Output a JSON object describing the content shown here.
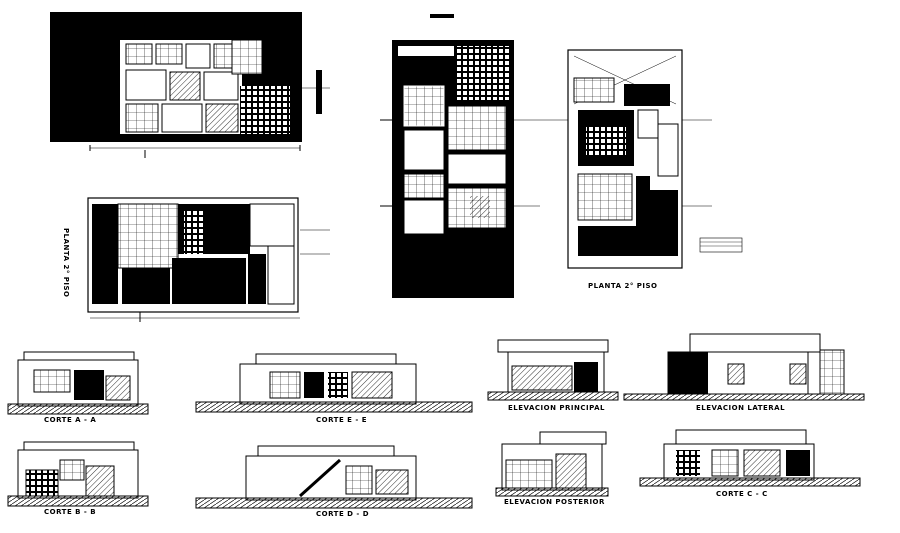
{
  "drawing": {
    "plans": {
      "second_floor_label_bottom": "PLANTA 2° PISO",
      "second_floor_label_side": "PLANTA 2° PISO"
    },
    "sections": {
      "aa": "CORTE A - A",
      "bb": "CORTE B - B",
      "ee": "CORTE E - E",
      "dd": "CORTE D - D",
      "cc": "CORTE C - C"
    },
    "elevations": {
      "principal": "ELEVACION PRINCIPAL",
      "lateral": "ELEVACION LATERAL",
      "posterior": "ELEVACION POSTERIOR"
    }
  },
  "colors": {
    "ink": "#000000",
    "paper": "#ffffff",
    "hatch": "#555555"
  }
}
